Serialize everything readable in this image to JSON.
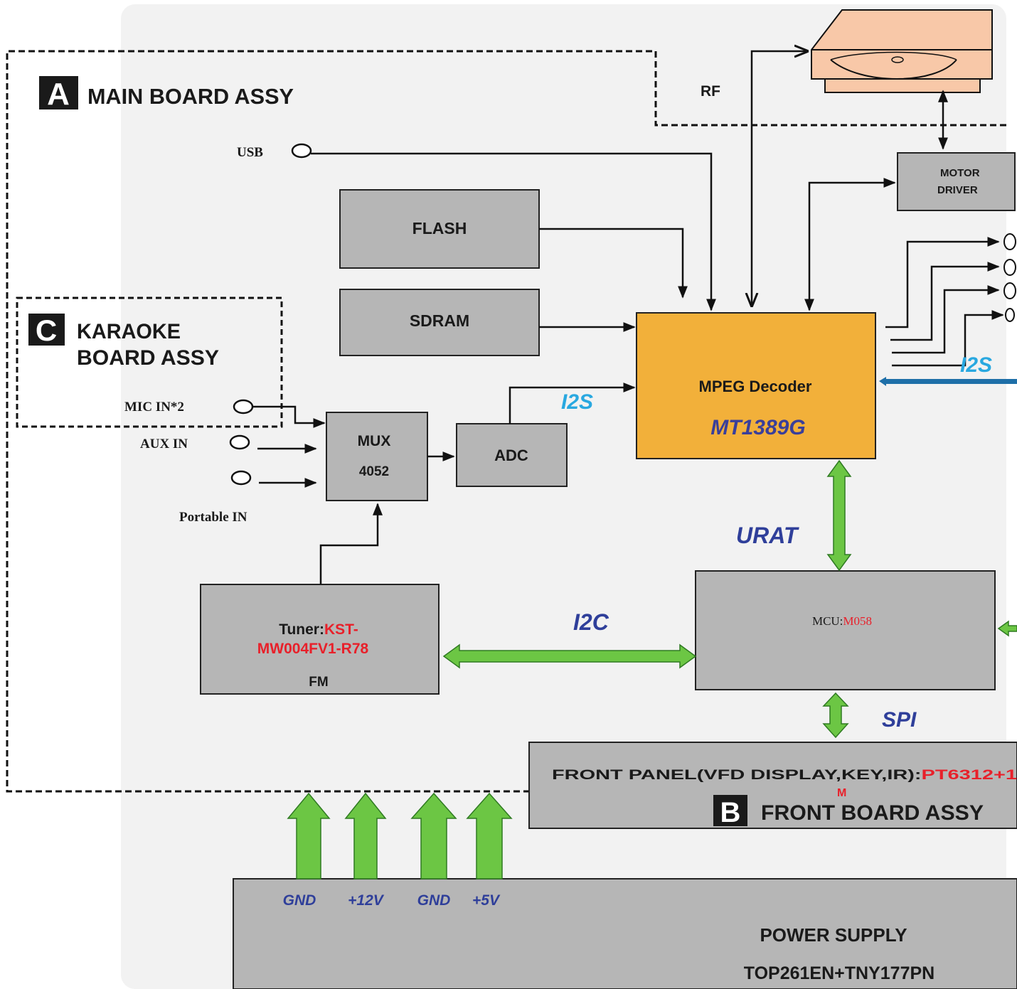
{
  "assemblies": {
    "main": {
      "letter": "A",
      "label": "MAIN BOARD ASSY"
    },
    "karaoke": {
      "letter": "C",
      "line1": "KARAOKE",
      "line2": "BOARD ASSY"
    },
    "front": {
      "letter": "B",
      "label": "FRONT BOARD ASSY"
    }
  },
  "blocks": {
    "flash": "FLASH",
    "sdram": "SDRAM",
    "decoder": {
      "line1": "MPEG Decoder",
      "part": "MT1389G"
    },
    "motor": {
      "line1": "MOTOR",
      "line2": "DRIVER"
    },
    "mux": {
      "line1": "MUX",
      "line2": "4052"
    },
    "adc": "ADC",
    "tuner": {
      "prefix": "Tuner:",
      "part1": "KST-",
      "part2": "MW004FV1-R78",
      "line3": "FM"
    },
    "mcu": {
      "prefix": "MCU:",
      "part": "M058"
    },
    "front_panel": {
      "prefix": "FRONT PANEL(VFD DISPLAY,KEY,IR):",
      "part": "PT6312+1",
      "overflow": "M"
    },
    "power": {
      "line1": "POWER SUPPLY",
      "line2": "TOP261EN+TNY177PN"
    }
  },
  "inputs": {
    "usb": "USB",
    "mic": "MIC IN*2",
    "aux": "AUX IN",
    "portable": "Portable IN"
  },
  "signals": {
    "rf": "RF",
    "i2s_adc": "I2S",
    "i2s_out": "I2S",
    "urat": "URAT",
    "i2c": "I2C",
    "spi": "SPI"
  },
  "power_rails": [
    "GND",
    "+12V",
    "GND",
    "+5V"
  ],
  "colors": {
    "block_fill": "#b6b6b6",
    "decoder_fill": "#f2b03a",
    "loader_fill": "#f8c8a8",
    "bus_arrow": "#6cc644",
    "bus_label_blue": "#2f3f9a",
    "i2s_label_cyan": "#29a8e0",
    "part_red": "#e8202a",
    "background_panel": "#f2f2f2"
  }
}
